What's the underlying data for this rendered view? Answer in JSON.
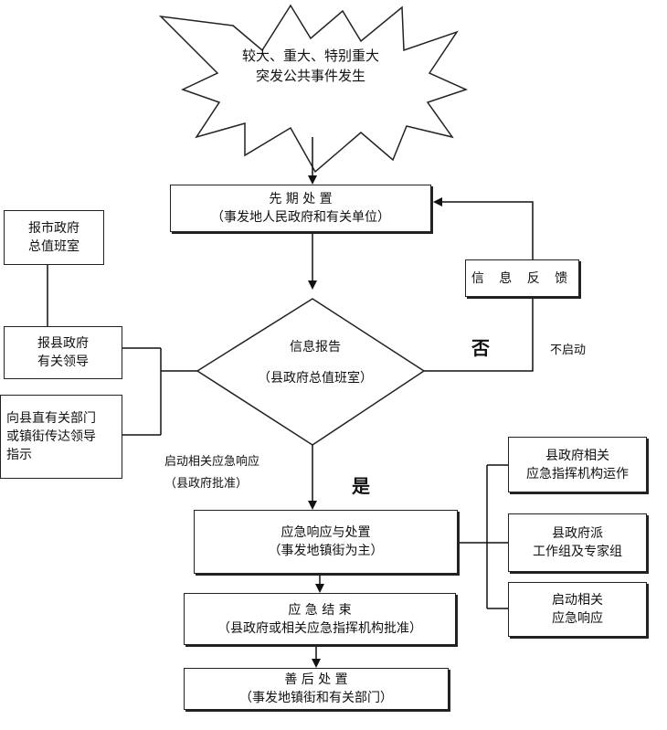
{
  "trigger": {
    "line1": "较大、重大、特别重大",
    "line2": "突发公共事件发生"
  },
  "initial": {
    "title": "先 期 处 置",
    "sub": "（事发地人民政府和有关单位）"
  },
  "report": {
    "title": "信息报告",
    "sub": "（县政府总值班室）"
  },
  "feedback": {
    "label": "信 息 反 馈"
  },
  "left_boxes": {
    "city": {
      "line1": "报市政府",
      "line2": "总值班室"
    },
    "county_leaders": {
      "line1": "报县政府",
      "line2": "有关领导"
    },
    "relay": {
      "line1": "向县直有关部门",
      "line2": "或镇街传达领导",
      "line3": "指示"
    }
  },
  "branch": {
    "no": "否",
    "no_note": "不启动",
    "yes": "是",
    "yes_note1": "启动相关应急响应",
    "yes_note2": "（县政府批准）"
  },
  "response": {
    "title": "应急响应与处置",
    "sub": "（事发地镇街为主）"
  },
  "right_boxes": {
    "agency": {
      "line1": "县政府相关",
      "line2": "应急指挥机构运作"
    },
    "team": {
      "line1": "县政府派",
      "line2": "工作组及专家组"
    },
    "start": {
      "line1": "启动相关",
      "line2": "应急响应"
    }
  },
  "end": {
    "title": "应 急 结 束",
    "sub": "（县政府或相关应急指挥机构批准）"
  },
  "aftermath": {
    "title": "善 后 处 置",
    "sub": "（事发地镇街和有关部门）"
  }
}
